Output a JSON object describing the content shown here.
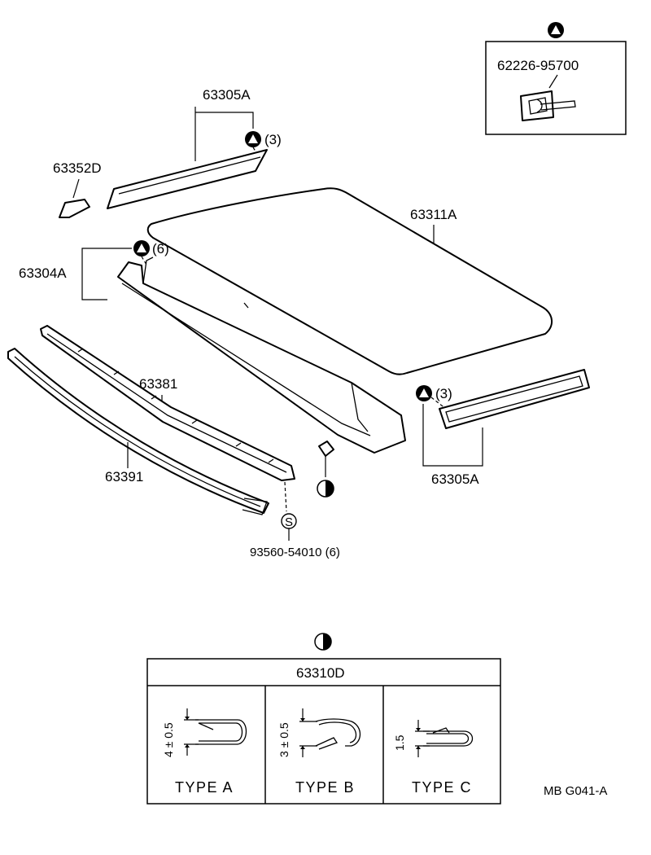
{
  "parts": {
    "fastener_box": "62226-95700",
    "molding_upper": "63305A",
    "molding_upper_qty": "(3)",
    "cover": "63352D",
    "roof_panel": "63311A",
    "rail_front": "63304A",
    "rail_front_qty": "(6)",
    "retainer": "63381",
    "weatherstrip": "63391",
    "molding_side_qty": "(3)",
    "molding_side": "63305A",
    "screw": "93560-54010 (6)",
    "screw_symbol": "S"
  },
  "table": {
    "title": "63310D",
    "types": [
      {
        "label": "TYPE  A",
        "dim": "4 ± 0.5"
      },
      {
        "label": "TYPE  B",
        "dim": "3 ± 0.5"
      },
      {
        "label": "TYPE  C",
        "dim": "1.5"
      }
    ]
  },
  "footer_code": "MB  G041-A",
  "icons": {
    "triangle_symbol": "triangle-in-circle-icon",
    "half_circle_symbol": "half-filled-circle-icon"
  }
}
